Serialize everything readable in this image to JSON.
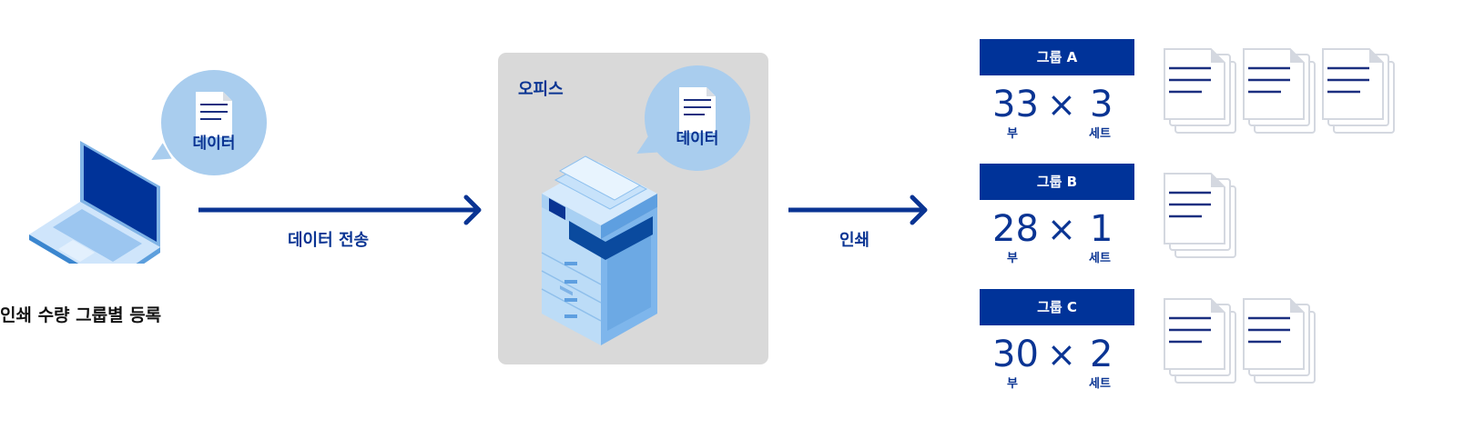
{
  "laptop": {
    "caption": "인쇄 수량 그룹별 등록",
    "bubble_label": "데이터"
  },
  "arrow1": {
    "label": "데이터 전송"
  },
  "office": {
    "title": "오피스",
    "bubble_label": "데이터"
  },
  "arrow2": {
    "label": "인쇄"
  },
  "groups": [
    {
      "name": "그룹 A",
      "copies": "33",
      "copies_unit": "부",
      "sets": "3",
      "sets_unit": "세트",
      "times": "×"
    },
    {
      "name": "그룹 B",
      "copies": "28",
      "copies_unit": "부",
      "sets": "1",
      "sets_unit": "세트",
      "times": "×"
    },
    {
      "name": "그룹 C",
      "copies": "30",
      "copies_unit": "부",
      "sets": "2",
      "sets_unit": "세트",
      "times": "×"
    }
  ],
  "colors": {
    "primary": "#003399",
    "bubble": "#a9cdee",
    "office_bg": "#d9d9d9"
  }
}
